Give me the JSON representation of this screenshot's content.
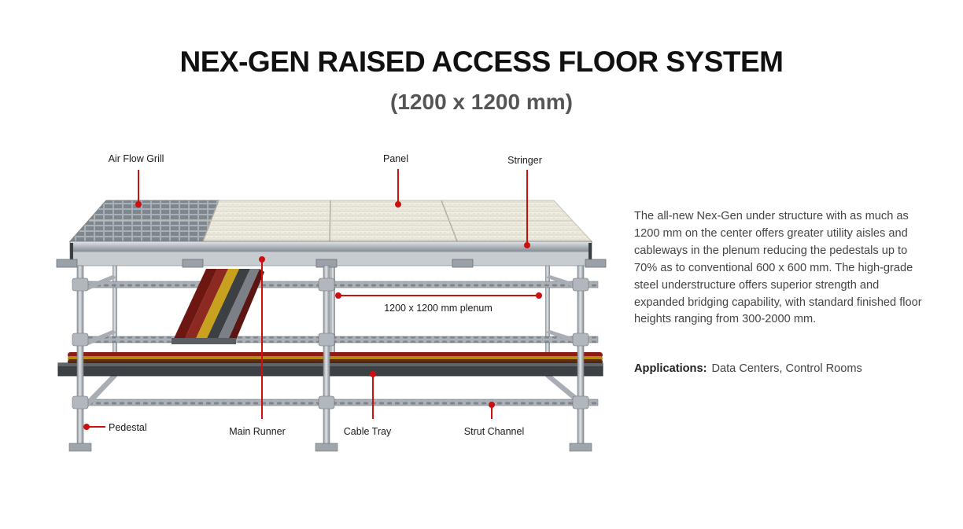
{
  "title": "NEX-GEN RAISED ACCESS FLOOR SYSTEM",
  "subtitle": "(1200 x 1200 mm)",
  "diagram": {
    "labels": {
      "air_flow_grill": "Air Flow Grill",
      "panel": "Panel",
      "stringer": "Stringer",
      "plenum": "1200 x 1200 mm plenum",
      "pedestal": "Pedestal",
      "main_runner": "Main Runner",
      "cable_tray": "Cable Tray",
      "strut_channel": "Strut Channel"
    },
    "colors": {
      "leader": "#cc1010",
      "steel": "#b9bfc5",
      "panel": "#ece9dd",
      "grill": "#9aa2aa"
    }
  },
  "description": "The all-new Nex-Gen under structure with as much as 1200 mm on the center offers greater utility aisles and cableways in the plenum reducing the pedestals up to 70% as to conventional 600 x 600 mm. The high-grade steel understructure offers superior strength and expanded bridging capability, with standard finished floor heights ranging from 300-2000 mm.",
  "applications": {
    "label": "Applications:",
    "value": "Data Centers, Control Rooms"
  }
}
